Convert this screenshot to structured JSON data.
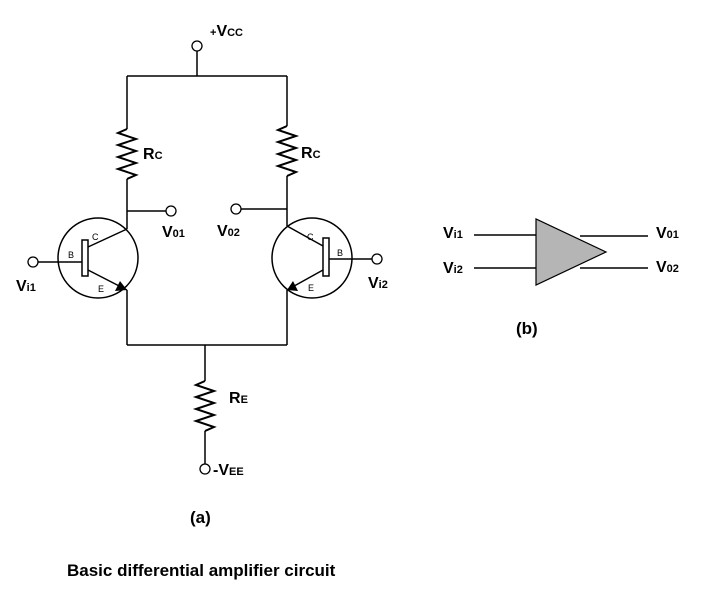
{
  "labels": {
    "vcc_plus": "+",
    "vcc_v": "V",
    "vcc_sub": "CC",
    "rc_left_r": "R",
    "rc_left_sub": "C",
    "rc_right_r": "R",
    "rc_right_sub": "C",
    "vo1_v": "V",
    "vo1_sub": "01",
    "vo2_v": "V",
    "vo2_sub": "02",
    "vi1_v": "V",
    "vi1_sub": "i1",
    "vi2_v": "V",
    "vi2_sub": "i2",
    "re_r": "R",
    "re_sub": "E",
    "vee_minus": "-",
    "vee_v": "V",
    "vee_sub": "EE",
    "pin_c": "C",
    "pin_b": "B",
    "pin_e": "E",
    "caption_a": "(a)",
    "caption_b": "(b)",
    "title": "Basic differential amplifier circuit"
  },
  "symbol": {
    "in1_v": "V",
    "in1_sub": "i1",
    "in2_v": "V",
    "in2_sub": "i2",
    "out1_v": "V",
    "out1_sub": "01",
    "out2_v": "V",
    "out2_sub": "02"
  }
}
